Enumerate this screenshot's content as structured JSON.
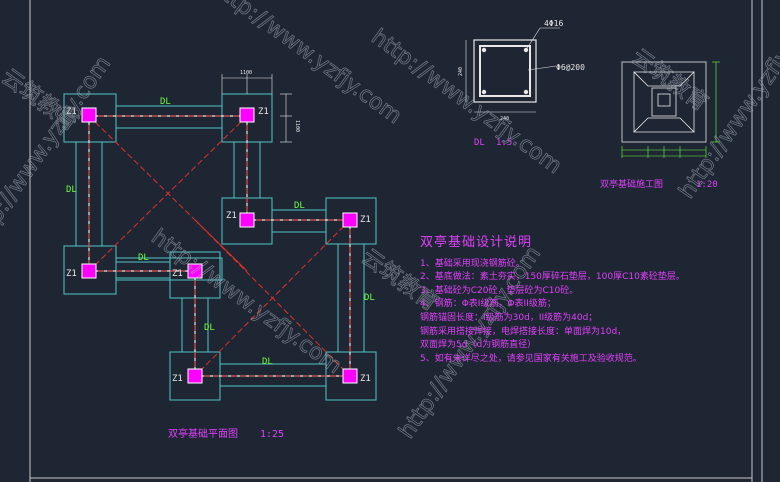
{
  "plan": {
    "title": "双亭基础平面图",
    "scale": "1:25",
    "column_label": "Z1",
    "beam_label": "DL",
    "dim_small_top": "1100",
    "dim_small_right": "1100"
  },
  "section": {
    "label": "DL",
    "scale": "1:5",
    "rebar_main": "4Φ16",
    "rebar_stirrup": "Φ6@200",
    "dim_h": "240",
    "dim_w": "240"
  },
  "detail": {
    "title": "双亭基础施工图",
    "scale": "1:20"
  },
  "notes": {
    "title": "双亭基础设计说明",
    "lines": [
      "1、基础采用现浇钢筋砼。",
      "2、基底做法：素土夯实，150厚碎石垫层，100厚C10素砼垫层。",
      "3、基础砼为C20砼，垫层砼为C10砼。",
      "4、钢筋：Φ表I级筋，Φ表II级筋；",
      "钢筋锚固长度：I级筋为30d，II级筋为40d；",
      "钢筋采用搭接焊接，电焊搭接长度：单面焊为10d，",
      "双面焊为5d（d为钢筋直径）",
      "5、如有未详尽之处，请参见国家有关施工及验收规范。"
    ]
  },
  "watermark": "http://www.yzfjy.com",
  "watermark_brand": "云筑教育",
  "colors": {
    "background": "#1f2633",
    "magenta": "#e040fb",
    "green": "#6bff3a",
    "red": "#e0302a",
    "teal": "#4fc6c6",
    "white": "#e8e8e8"
  }
}
